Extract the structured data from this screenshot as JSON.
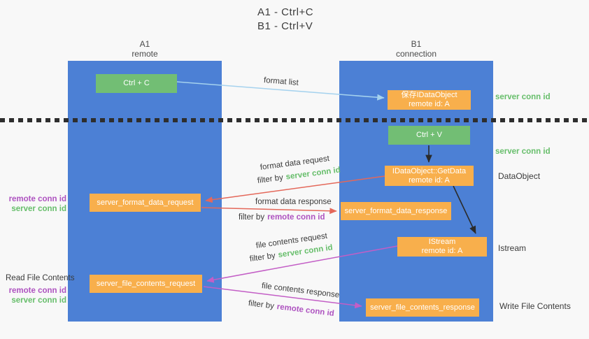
{
  "title": {
    "line1": "A1 - Ctrl+C",
    "line2": "B1 - Ctrl+V"
  },
  "lanes": {
    "a1": {
      "name": "A1",
      "role": "remote"
    },
    "b1": {
      "name": "B1",
      "role": "connection"
    }
  },
  "nodes": {
    "ctrl_c": {
      "label": "Ctrl + C"
    },
    "save_idataobject": {
      "line1": "保存IDataObject",
      "line2": "remote id: A"
    },
    "ctrl_v": {
      "label": "Ctrl + V"
    },
    "getdata": {
      "line1": "IDataObject::GetData",
      "line2": "remote id: A"
    },
    "format_request": {
      "label": "server_format_data_request"
    },
    "format_response": {
      "label": "server_format_data_response"
    },
    "istream": {
      "line1": "IStream",
      "line2": "remote id: A"
    },
    "file_request": {
      "label": "server_file_contents_request"
    },
    "file_response": {
      "label": "server_file_contents_response"
    }
  },
  "edge_labels": {
    "format_list": "format list",
    "format_data_request": "format data request",
    "format_data_response": "format data response",
    "file_contents_request": "file contents request",
    "file_contents_response": "file contents response",
    "filter_by": "filter by",
    "server_conn_id": "server conn id",
    "remote_conn_id": "remote conn id"
  },
  "side_labels": {
    "server_conn_id": "server conn id",
    "remote_conn_id": "remote conn id",
    "dataobject": "DataObject",
    "istream": "Istream",
    "read_file_contents": "Read File Contents",
    "write_file_contents": "Write File Contents"
  },
  "colors": {
    "lane_blue": "#4C80D5",
    "green_box": "#72BE74",
    "orange_box": "#F8AF4C",
    "green_text": "#67BE6B",
    "purple_text": "#AE53C0",
    "red_arrow": "#E4685A",
    "magenta_arrow": "#C35EC6",
    "light_blue_arrow": "#A5D2EE",
    "black": "#2b2b2b"
  }
}
